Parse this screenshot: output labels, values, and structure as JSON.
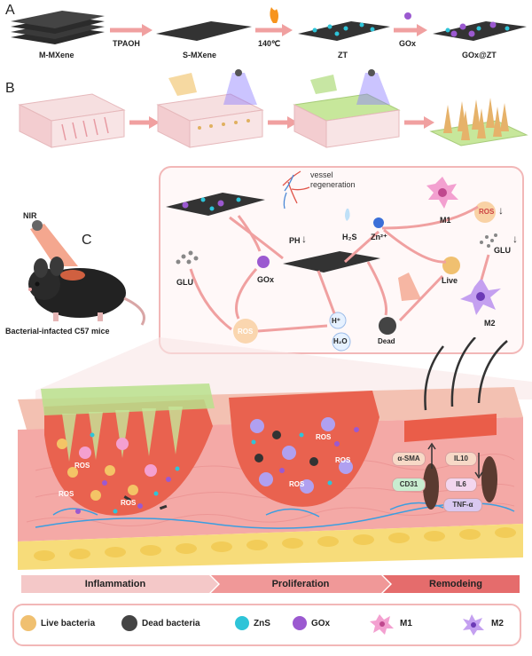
{
  "panels": {
    "a": "A",
    "b": "B",
    "c": "C"
  },
  "synthesis": {
    "m_mxene": "M-MXene",
    "tpaoh": "TPAOH",
    "s_mxene": "S-MXene",
    "temp": "140℃",
    "zt": "ZT",
    "gox": "GOx",
    "gox_zt": "GOx@ZT"
  },
  "mouse": {
    "nir": "NIR",
    "caption": "Bacterial-infacted C57 mice"
  },
  "mechanism": {
    "vessel": "vessel",
    "regeneration": "regeneration",
    "m1": "M1",
    "m2": "M2",
    "ros": "ROS",
    "glu": "GLU",
    "ph": "PH",
    "h2s": "H₂S",
    "zn": "Zn²⁺",
    "gox": "GOx",
    "live": "Live",
    "dead": "Dead",
    "h_plus": "H⁺",
    "h2o": "H₂O"
  },
  "wound": {
    "ros": "ROS",
    "markers": {
      "a_sma": "α-SMA",
      "il10": "IL10",
      "cd31": "CD31",
      "il6": "IL6",
      "tnf": "TNF-α"
    }
  },
  "stages": [
    "Inflammation",
    "Proliferation",
    "Remodeing"
  ],
  "legend": [
    "Live bacteria",
    "Dead bacteria",
    "ZnS",
    "GOx",
    "M1",
    "M2"
  ],
  "colors": {
    "zns": "#2ec4d8",
    "gox": "#9b59d0",
    "arrow": "#f0a0a0",
    "ros": "#e8962e"
  }
}
